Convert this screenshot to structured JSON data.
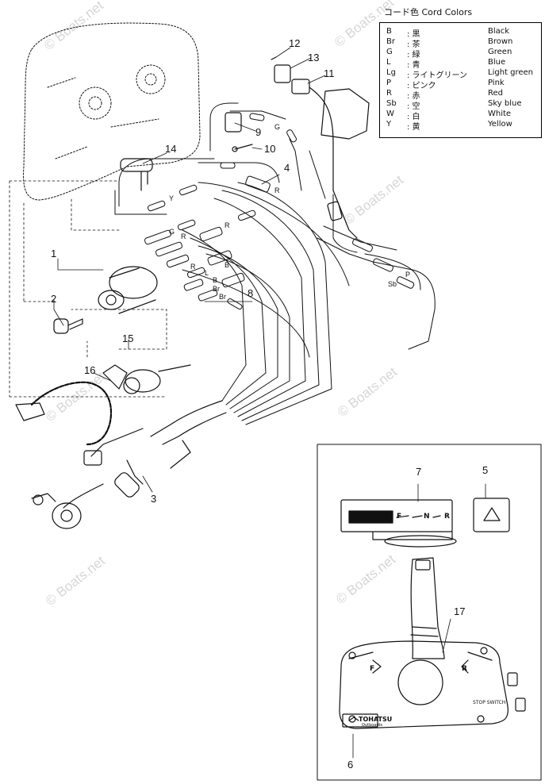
{
  "watermark": "© Boats.net",
  "legend": {
    "title": "コード色 Cord Colors",
    "rows": [
      {
        "code": "B",
        "jp": ": 黒",
        "en": "Black"
      },
      {
        "code": "Br",
        "jp": ": 茶",
        "en": "Brown"
      },
      {
        "code": "G",
        "jp": ": 緑",
        "en": "Green"
      },
      {
        "code": "L",
        "jp": ": 青",
        "en": "Blue"
      },
      {
        "code": "Lg",
        "jp": ": ライトグリーン",
        "en": "Light green"
      },
      {
        "code": "P",
        "jp": ": ピンク",
        "en": "Pink"
      },
      {
        "code": "R",
        "jp": ": 赤",
        "en": "Red"
      },
      {
        "code": "Sb",
        "jp": ": 空",
        "en": "Sky blue"
      },
      {
        "code": "W",
        "jp": ": 白",
        "en": "White"
      },
      {
        "code": "Y",
        "jp": ": 黄",
        "en": "Yellow"
      }
    ]
  },
  "callouts": {
    "c1": "1",
    "c2": "2",
    "c3": "3",
    "c4": "4",
    "c5": "5",
    "c6": "6",
    "c7": "7",
    "c8": "8",
    "c9": "9",
    "c10": "10",
    "c11": "11",
    "c12": "12",
    "c13": "13",
    "c14": "14",
    "c15": "15",
    "c16": "16",
    "c17": "17"
  },
  "wire_labels": {
    "g1": "G",
    "y1": "Y",
    "r1": "R",
    "g2": "G",
    "r2": "R",
    "r3": "R",
    "r4": "R",
    "l1": "L",
    "b1": "B",
    "br1": "Br",
    "b2": "B",
    "br2": "Br",
    "p1": "P",
    "sb1": "Sb"
  },
  "decal": {
    "gear_f": "F",
    "gear_n": "N",
    "gear_r": "R",
    "lever_f": "F",
    "lever_r": "R",
    "stop_switch": "STOP SWITCH",
    "brand": "TOHATSU",
    "brand_sub": "Outboards"
  }
}
